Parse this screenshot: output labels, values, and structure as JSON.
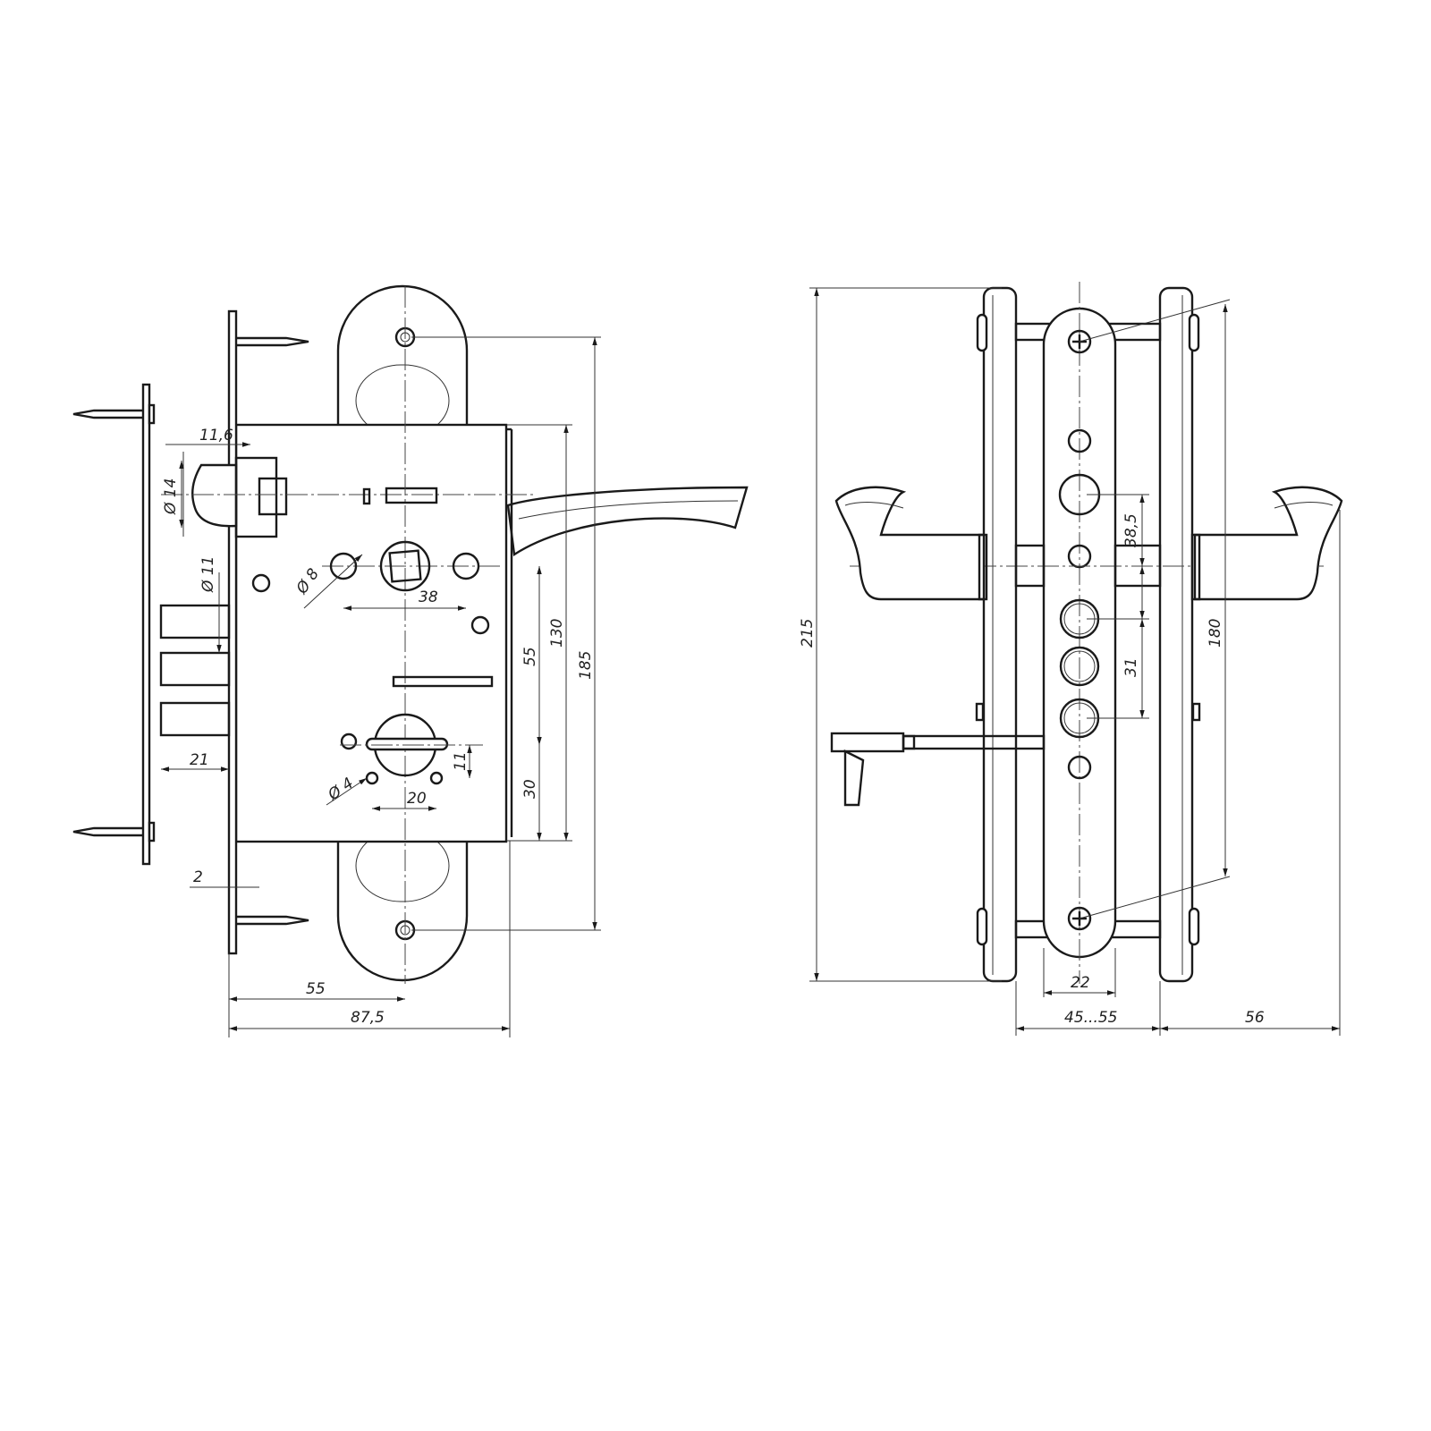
{
  "drawing": {
    "left_view": {
      "dimensions": {
        "latch_offset": "11,6",
        "latch_diameter": "Ø 14",
        "bolt_diameter": "Ø 11",
        "hole_diameter_8": "Ø 8",
        "cylinder_hole_spacing": "38",
        "bolt_projection": "21",
        "hole_diameter_4": "Ø 4",
        "lower_hole_spacing": "20",
        "lower_hole_offset": "11",
        "faceplate_thickness": "2",
        "backset": "55",
        "case_depth": "87,5",
        "spindle_to_cylinder": "55",
        "case_height": "130",
        "escutcheon_screw_spacing": "185",
        "cylinder_to_bottom": "30"
      }
    },
    "right_view": {
      "dimensions": {
        "overall_height": "215",
        "spindle_to_hole": "38,5",
        "hole_spacing": "31",
        "screw_spacing": "180",
        "strip_width": "22",
        "door_thickness": "45...55",
        "handle_projection": "56"
      }
    }
  }
}
